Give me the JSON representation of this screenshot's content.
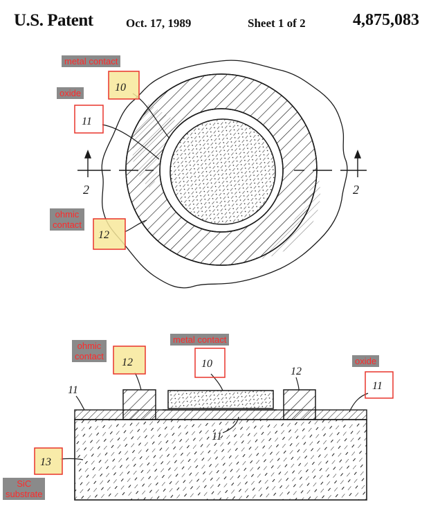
{
  "header": {
    "title": "U.S. Patent",
    "date": "Oct. 17, 1989",
    "sheet": "Sheet 1 of 2",
    "patent_number": "4,875,083"
  },
  "labels": {
    "top_metal_contact": "metal contact",
    "top_oxide": "oxide",
    "top_ohmic_contact": "ohmic\ncontact",
    "bottom_ohmic_contact": "ohmic\ncontact",
    "bottom_metal_contact": "metal contact",
    "bottom_oxide": "oxide",
    "bottom_sic_substrate": "SiC\nsubstrate"
  },
  "reference_numerals": {
    "top_10": "10",
    "top_11": "11",
    "top_12": "12",
    "section_left": "2",
    "section_right": "2",
    "bottom_11_left": "11",
    "bottom_12_left": "12",
    "bottom_10": "10",
    "bottom_12_right": "12",
    "bottom_11_right": "11",
    "bottom_11_center": "11",
    "bottom_13": "13"
  },
  "colors": {
    "annotation_box": "#e8332a",
    "label_background": "#8a8a8a",
    "label_text": "#ff2a2a",
    "highlight": "#f7e79a",
    "ink": "#1a1a1a"
  }
}
